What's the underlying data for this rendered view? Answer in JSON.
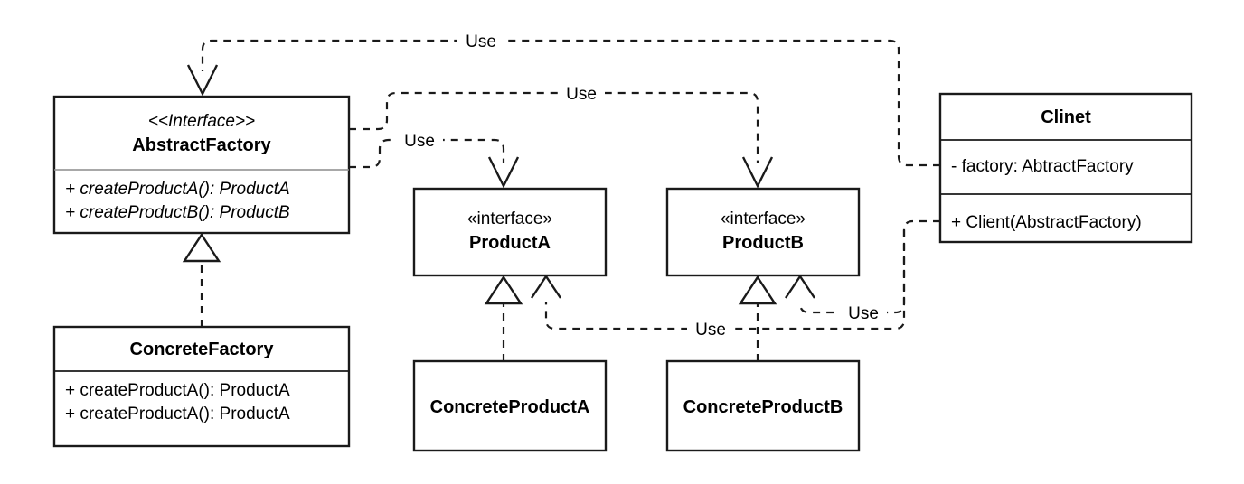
{
  "diagram": {
    "title": "Abstract Factory Pattern UML Class Diagram",
    "type": "uml-class-diagram",
    "background_color": "#ffffff",
    "line_color": "#1a1a1a",
    "divider_color": "#8c8c8c"
  },
  "classes": {
    "abstract_factory": {
      "stereotype": "<<Interface>>",
      "name": "AbstractFactory",
      "members": [
        "+ createProductA(): ProductA",
        "+ createProductB(): ProductB"
      ],
      "member_prefixes": [
        "+",
        "+"
      ],
      "member_italic_parts": [
        "createProductA()",
        "createProductB()"
      ],
      "member_tail_parts": [
        ": ProductA",
        ": ProductB"
      ]
    },
    "concrete_factory": {
      "stereotype": "",
      "name": "ConcreteFactory",
      "members": [
        "+ createProductA(): ProductA",
        "+ createProductA(): ProductA"
      ]
    },
    "product_a": {
      "stereotype": "«interface»",
      "name": "ProductA",
      "members": []
    },
    "product_b": {
      "stereotype": "«interface»",
      "name": "ProductB",
      "members": []
    },
    "concrete_product_a": {
      "stereotype": "",
      "name": "ConcreteProductA",
      "members": []
    },
    "concrete_product_b": {
      "stereotype": "",
      "name": "ConcreteProductB",
      "members": []
    },
    "client": {
      "stereotype": "",
      "name": "Clinet",
      "attribute": "- factory: AbtractFactory",
      "operation": "+ Client(AbstractFactory)"
    }
  },
  "relationships": {
    "labels": {
      "client_to_abstractfactory": "Use",
      "abstractfactory_to_productb": "Use",
      "abstractfactory_to_producta": "Use",
      "concreteproducta_to_client": "Use",
      "concreteproductb_to_client": "Use"
    },
    "kinds": {
      "realization": "dashed-line-hollow-triangle",
      "dependency": "dashed-line-open-arrow"
    }
  }
}
